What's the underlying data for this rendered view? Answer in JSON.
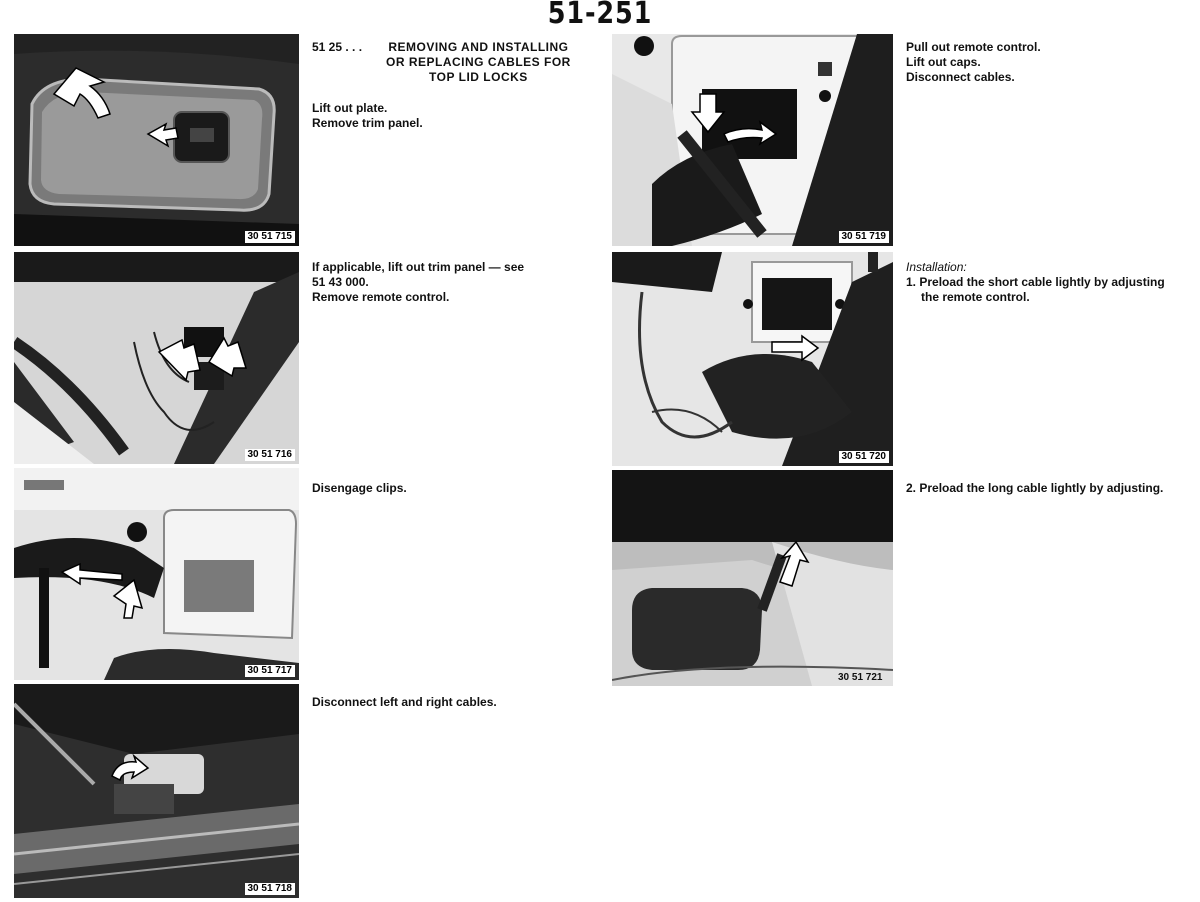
{
  "page_number": "51-251",
  "section": {
    "code": "51 25 . . .",
    "title_lines": [
      "REMOVING AND INSTALLING",
      "OR REPLACING CABLES FOR",
      "TOP LID LOCKS"
    ]
  },
  "steps": {
    "fig715": {
      "label": "30 51 715",
      "lines": [
        "Lift out plate.",
        "Remove trim panel."
      ]
    },
    "fig716": {
      "label": "30 51 716",
      "lines": [
        "If applicable, lift out trim panel — see",
        "51 43 000.",
        "Remove remote control."
      ]
    },
    "fig717": {
      "label": "30 51 717",
      "lines": [
        "Disengage clips."
      ]
    },
    "fig718": {
      "label": "30 51 718",
      "lines": [
        "Disconnect left and right cables."
      ]
    },
    "fig719": {
      "label": "30 51 719",
      "lines": [
        "Pull out remote control.",
        "Lift out caps.",
        "Disconnect cables."
      ]
    },
    "fig720": {
      "label": "30 51 720",
      "heading": "Installation:",
      "lines": [
        "1. Preload the short cable lightly by adjusting",
        "the remote control."
      ]
    },
    "fig721": {
      "label": "30 51 721",
      "lines": [
        "2. Preload the long cable lightly by adjusting."
      ]
    }
  }
}
